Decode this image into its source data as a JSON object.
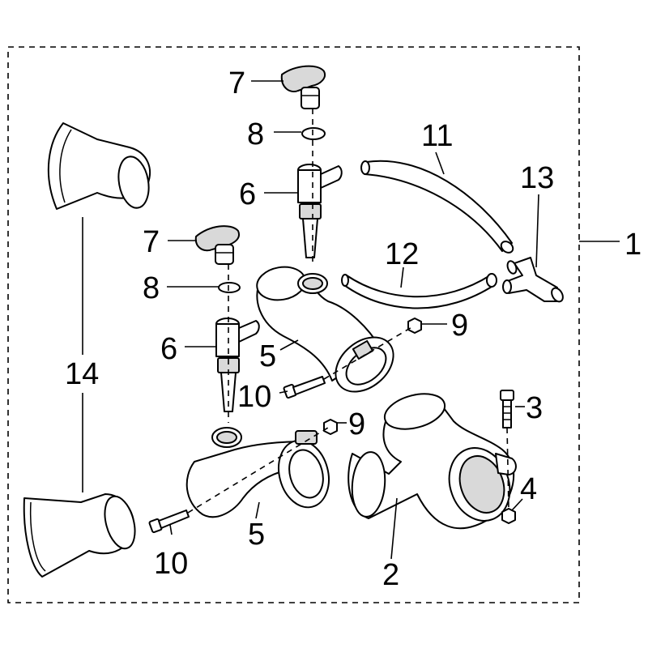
{
  "callouts": {
    "c1": "1",
    "c2": "2",
    "c3": "3",
    "c4": "4",
    "c5a": "5",
    "c5b": "5",
    "c6a": "6",
    "c6b": "6",
    "c7a": "7",
    "c7b": "7",
    "c8a": "8",
    "c8b": "8",
    "c9a": "9",
    "c9b": "9",
    "c10a": "10",
    "c10b": "10",
    "c11": "11",
    "c12": "12",
    "c13": "13",
    "c14": "14"
  }
}
